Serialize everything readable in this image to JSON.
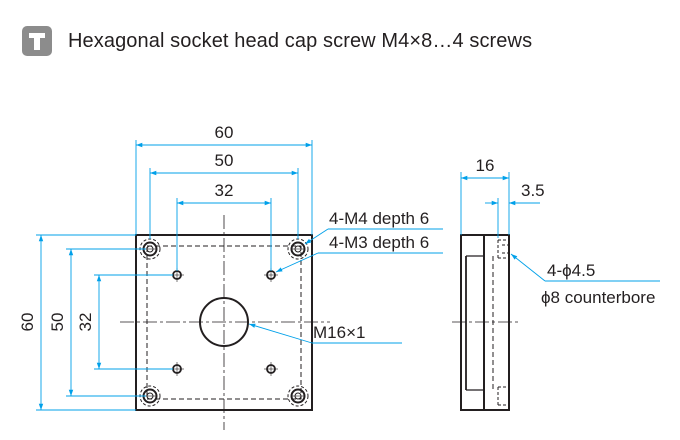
{
  "header": {
    "icon": "screw-icon",
    "title": "Hexagonal socket head cap screw M4×8…4 screws"
  },
  "front_view": {
    "dims_top": [
      "60",
      "50",
      "32"
    ],
    "dims_left": [
      "60",
      "50",
      "32"
    ],
    "labels": {
      "m4": "4-M4 depth 6",
      "m3": "4-M3 depth 6",
      "center": "M16×1"
    }
  },
  "side_view": {
    "dims_top": [
      "16",
      "3.5"
    ],
    "labels": {
      "hole": "4-ϕ4.5",
      "counterbore": "ϕ8 counterbore"
    }
  },
  "colors": {
    "outline": "#231f20",
    "dimension": "#00a0e9",
    "icon_bg": "#8c8c8c"
  }
}
